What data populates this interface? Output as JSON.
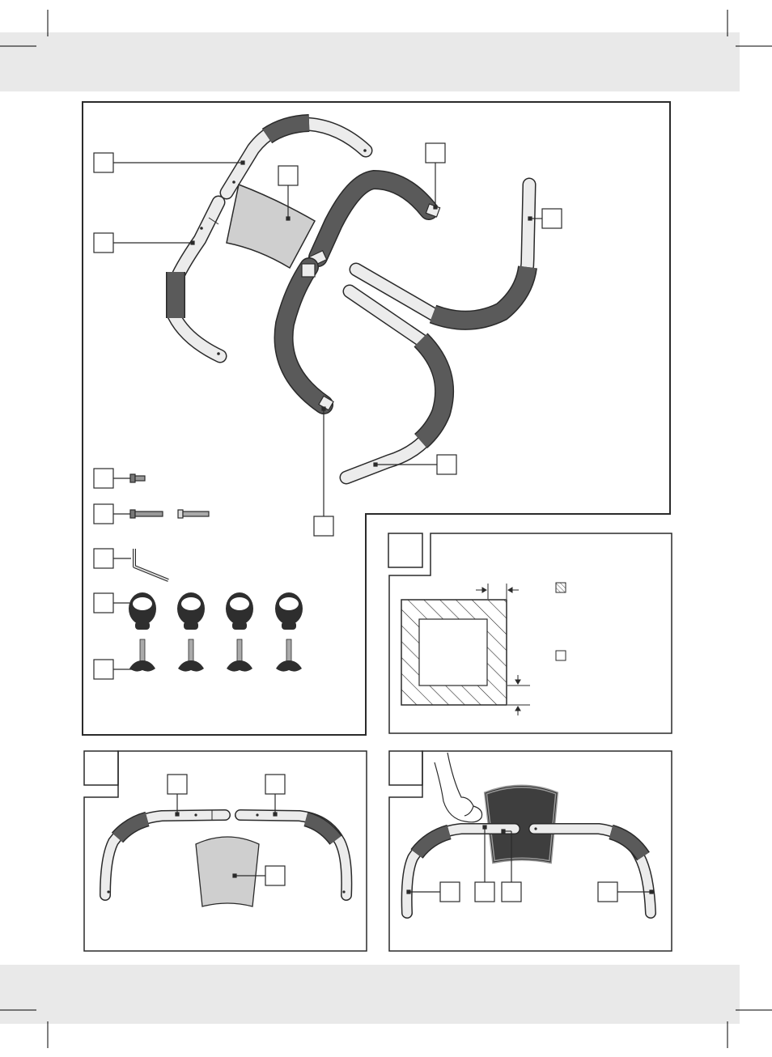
{
  "document": {
    "type": "assembly-instruction-sheet",
    "text": []
  },
  "colors": {
    "band": "#e9e9e9",
    "foam": "#5a5a5a",
    "tube": "#ececec",
    "panel_light": "#cfcfcf",
    "panel_dark": "#3e3e3e",
    "outline": "#2a2a2a"
  },
  "icons": {
    "fig1_parts": [
      "upper-bar-left",
      "lower-bar-left",
      "seat-panel",
      "curved-foam-bar",
      "side-bar-right",
      "curved-bar-bottom",
      "bent-tube-right"
    ],
    "hardware": [
      "short-bolt",
      "long-bolt",
      "allen-key",
      "clamp-ring",
      "knob-screw"
    ],
    "legend": [
      "hatched-square-icon",
      "empty-square-icon"
    ]
  },
  "counts": {
    "clamp_rings": 4,
    "knob_screws": 4,
    "long_bolts": 2
  }
}
